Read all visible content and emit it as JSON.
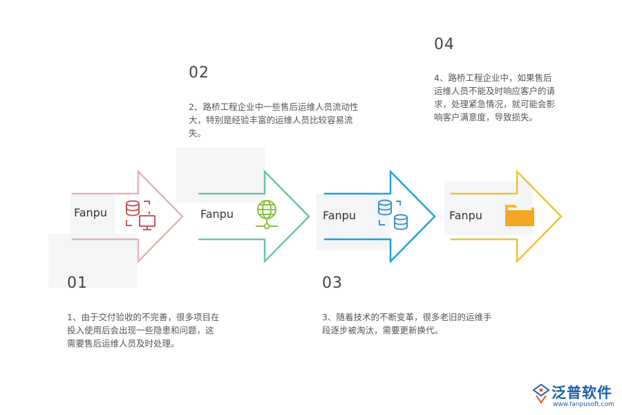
{
  "steps": [
    {
      "number": "01",
      "brand": "Fanpu",
      "text": "1、由于交付验收的不完善，很多项目在投入使用后会出现一些隐患和问题，这需要售后运维人员及时处理。",
      "color": "#e0b4b4",
      "icon_color": "#c9545a",
      "icon": "database-monitor-icon"
    },
    {
      "number": "02",
      "brand": "Fanpu",
      "text": "2、路桥工程企业中一些售后运维人员流动性大，特别是经验丰富的运维人员比较容易流失。",
      "color": "#6cc4a0",
      "icon_color": "#8cbf3f",
      "icon": "globe-network-icon"
    },
    {
      "number": "03",
      "brand": "Fanpu",
      "text": "3、随着技术的不断变革，很多老旧的运维手段逐步被淘汰，需要更新换代。",
      "color": "#1ba3dc",
      "icon_color": "#3b8fd4",
      "icon": "database-sync-icon"
    },
    {
      "number": "04",
      "brand": "Fanpu",
      "text": "4、路桥工程企业中，如果售后运维人员不能及时响应客户的请求，处理紧急情况，就可能会影响客户满意度，导致损失。",
      "color": "#ecc232",
      "icon_color": "#f5a623",
      "icon": "folder-icon"
    }
  ],
  "logo": {
    "name": "泛普软件",
    "url": "www.fanpusoft.com"
  }
}
